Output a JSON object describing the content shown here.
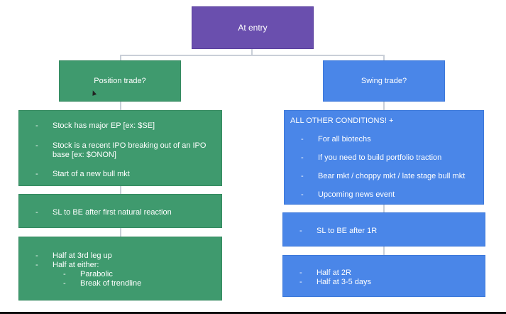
{
  "root": {
    "label": "At entry"
  },
  "left": {
    "header": "Position trade?",
    "conditions": [
      "Stock has major EP [ex: $SE]",
      "Stock is a recent IPO breaking out of an IPO base [ex: $ONON]",
      "Start of a new bull mkt"
    ],
    "stop": "SL to BE after first natural reaction",
    "exits": {
      "item1": "Half at 3rd leg up",
      "item2": "Half at either:",
      "sub1": "Parabolic",
      "sub2": "Break of trendline"
    }
  },
  "right": {
    "header": "Swing trade?",
    "intro": "ALL OTHER CONDITIONS! +",
    "conditions": [
      "For all biotechs",
      "If you need to build portfolio traction",
      "Bear mkt / choppy mkt / late stage bull mkt",
      "Upcoming news event"
    ],
    "stop": "SL to BE after 1R",
    "exits": [
      "Half at 2R",
      "Half at 3-5 days"
    ]
  },
  "bullet_char": "-",
  "colors": {
    "root": "#6a4fae",
    "left_branch": "#3f9a6e",
    "right_branch": "#4a86e8",
    "connector": "#c9cfd8"
  }
}
